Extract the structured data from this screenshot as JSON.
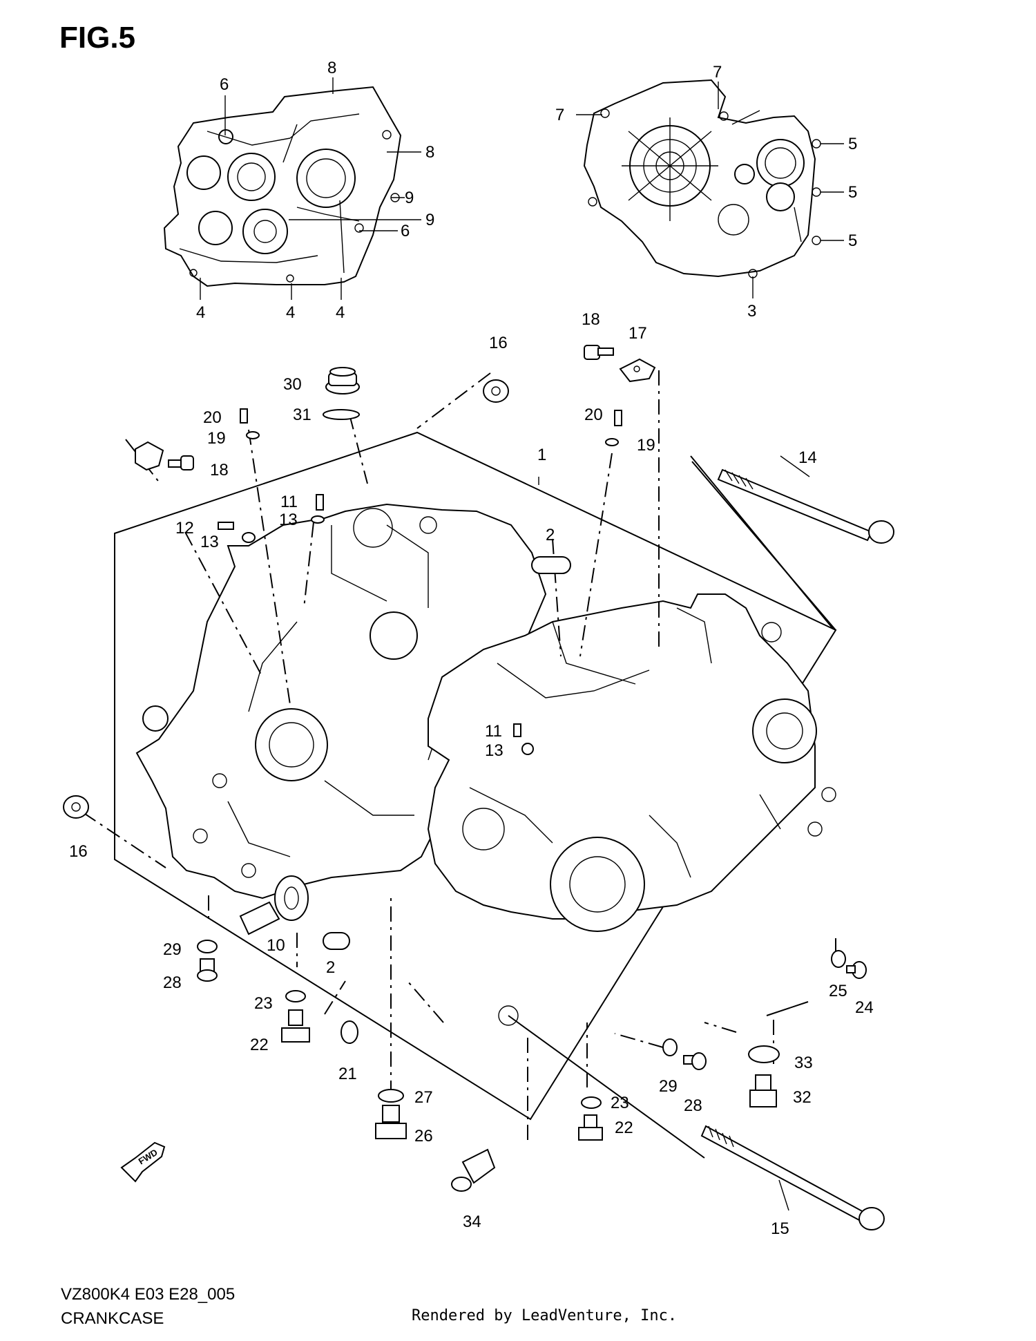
{
  "figure": {
    "title": "FIG.5",
    "model_code": "VZ800K4 E03 E28_005",
    "section_name": "CRANKCASE",
    "credit": "Rendered by LeadVenture, Inc.",
    "watermark": "LEADVENTURE",
    "direction_marker": "FWD"
  },
  "callouts": [
    {
      "id": "c1",
      "label": "1"
    },
    {
      "id": "c2a",
      "label": "2"
    },
    {
      "id": "c2b",
      "label": "2"
    },
    {
      "id": "c3",
      "label": "3"
    },
    {
      "id": "c4a",
      "label": "4"
    },
    {
      "id": "c4b",
      "label": "4"
    },
    {
      "id": "c4c",
      "label": "4"
    },
    {
      "id": "c5a",
      "label": "5"
    },
    {
      "id": "c5b",
      "label": "5"
    },
    {
      "id": "c5c",
      "label": "5"
    },
    {
      "id": "c6a",
      "label": "6"
    },
    {
      "id": "c6b",
      "label": "6"
    },
    {
      "id": "c7a",
      "label": "7"
    },
    {
      "id": "c7b",
      "label": "7"
    },
    {
      "id": "c8a",
      "label": "8"
    },
    {
      "id": "c8b",
      "label": "8"
    },
    {
      "id": "c9a",
      "label": "9"
    },
    {
      "id": "c9b",
      "label": "9"
    },
    {
      "id": "c10",
      "label": "10"
    },
    {
      "id": "c11a",
      "label": "11"
    },
    {
      "id": "c11b",
      "label": "11"
    },
    {
      "id": "c12",
      "label": "12"
    },
    {
      "id": "c13a",
      "label": "13"
    },
    {
      "id": "c13b",
      "label": "13"
    },
    {
      "id": "c13c",
      "label": "13"
    },
    {
      "id": "c14",
      "label": "14"
    },
    {
      "id": "c15",
      "label": "15"
    },
    {
      "id": "c16a",
      "label": "16"
    },
    {
      "id": "c16b",
      "label": "16"
    },
    {
      "id": "c17",
      "label": "17"
    },
    {
      "id": "c18a",
      "label": "18"
    },
    {
      "id": "c18b",
      "label": "18"
    },
    {
      "id": "c19a",
      "label": "19"
    },
    {
      "id": "c19b",
      "label": "19"
    },
    {
      "id": "c20a",
      "label": "20"
    },
    {
      "id": "c20b",
      "label": "20"
    },
    {
      "id": "c21",
      "label": "21"
    },
    {
      "id": "c22a",
      "label": "22"
    },
    {
      "id": "c22b",
      "label": "22"
    },
    {
      "id": "c23a",
      "label": "23"
    },
    {
      "id": "c23b",
      "label": "23"
    },
    {
      "id": "c24",
      "label": "24"
    },
    {
      "id": "c25",
      "label": "25"
    },
    {
      "id": "c26",
      "label": "26"
    },
    {
      "id": "c27",
      "label": "27"
    },
    {
      "id": "c28a",
      "label": "28"
    },
    {
      "id": "c28b",
      "label": "28"
    },
    {
      "id": "c29a",
      "label": "29"
    },
    {
      "id": "c29b",
      "label": "29"
    },
    {
      "id": "c30",
      "label": "30"
    },
    {
      "id": "c31",
      "label": "31"
    },
    {
      "id": "c32",
      "label": "32"
    },
    {
      "id": "c33",
      "label": "33"
    },
    {
      "id": "c34",
      "label": "34"
    }
  ]
}
